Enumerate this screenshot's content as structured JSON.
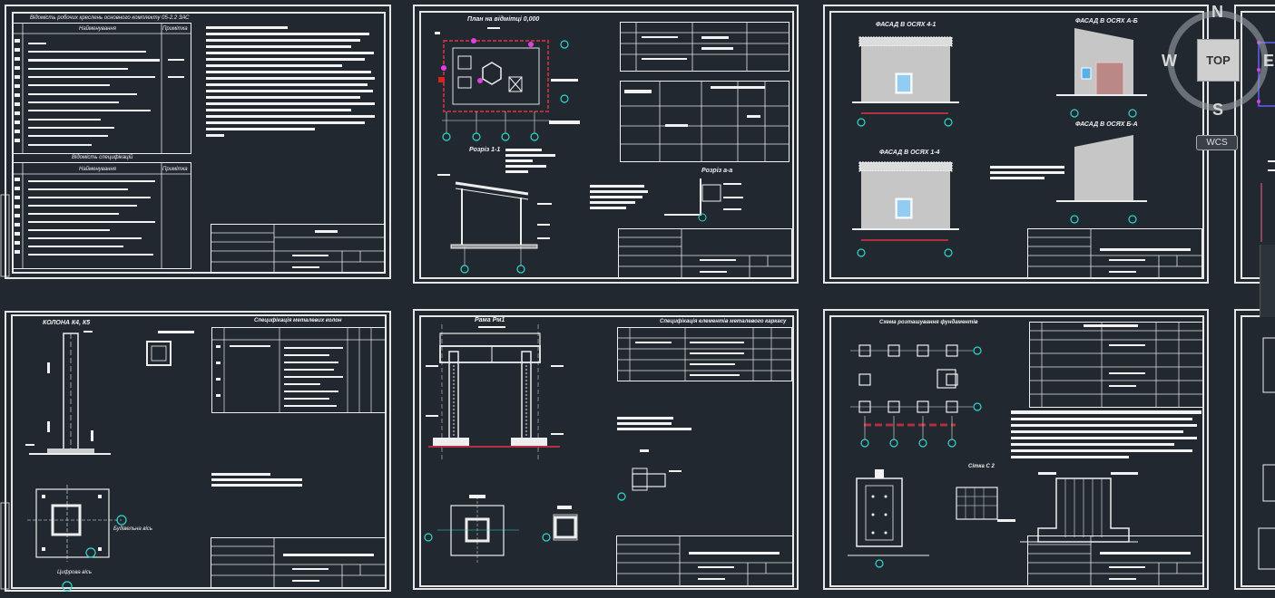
{
  "sheets": [
    {
      "id": "s1",
      "title": "Відомість робочих креслень основного комплекту  05-2.2 ЗАС"
    },
    {
      "id": "s1b",
      "title": "Відомість специфікацій"
    },
    {
      "id": "s2",
      "title": "План на відмітці 0,000",
      "sub1": "Розріз 1-1",
      "sub2": "Розріз а-а"
    },
    {
      "id": "s3",
      "title": "ФАСАД В ОСЯХ 4-1",
      "t2": "ФАСАД В ОСЯХ А-Б",
      "t3": "ФАСАД В ОСЯХ 1-4",
      "t4": "ФАСАД В ОСЯХ Б-А"
    },
    {
      "id": "s4",
      "title": "КОЛОНА К4, К5",
      "t2": "Специфікація металевих колон",
      "n1": "Будівельна вісь",
      "n2": "Цифрова вісь"
    },
    {
      "id": "s5",
      "title": "Рама Рм1",
      "t2": "Специфікація елементів металевого каркасу"
    },
    {
      "id": "s6",
      "title": "Схема розташування фундаментів",
      "t2": "Сітка С 2"
    }
  ],
  "table_headers": {
    "name": "Найменування",
    "note": "Примітка"
  },
  "viewcube": {
    "n": "N",
    "s": "S",
    "w": "W",
    "e": "E",
    "top": "TOP",
    "wcs": "WCS"
  }
}
